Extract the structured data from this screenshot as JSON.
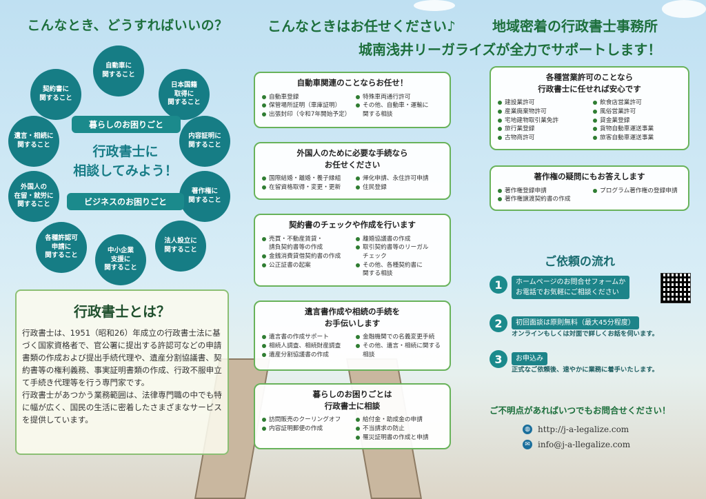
{
  "left": {
    "heading": "こんなとき、どうすればいいの？",
    "circles": [
      "自動車に\n関すること",
      "日本国籍\n取得に\n関すること",
      "内容証明に\n関すること",
      "著作権に\n関すること",
      "法人設立に\n関すること",
      "中小企業\n支援に\n関すること",
      "各種許認可\n申請に\n関すること",
      "外国人の\n在留・就労に\n関すること",
      "遺言・相続に\n関すること",
      "契約書に\n関すること"
    ],
    "pill_top": "暮らしのお困りごと",
    "center": "行政書士に\n相談してみよう！",
    "pill_bottom": "ビジネスのお困りごと"
  },
  "about": {
    "title": "行政書士とは？",
    "body1": "行政書士は、1951（昭和26）年成立の行政書士法に基づく国家資格者で、官公署に提出する許認可などの申請書類の作成および提出手続代理や、遺産分割協議書、契約書等の権利義務、事実証明書類の作成、行政不服申立て手続き代理等を行う専門家です。",
    "body2": "行政書士があつかう業務範囲は、法律専門職の中でも特に幅が広く、国民の生活に密着したさまざまなサービスを提供しています。"
  },
  "header": {
    "line1a": "こんなときはお任せください♪",
    "line1b": "地域密着の行政書士事務所",
    "line2": "城南浅井リーガライズが全力でサポートします！"
  },
  "boxes": {
    "car": {
      "title": "自動車関連のことならお任せ！",
      "col1": [
        "自動車登録",
        "保管場所証明（車庫証明）",
        "出張封印（令和7年開始予定）"
      ],
      "col2": [
        "特殊車両通行許可",
        "その他、自動車・運輸に\n関する相談"
      ]
    },
    "foreign": {
      "title": "外国人のために必要な手続なら\nお任せください",
      "col1": [
        "国際結婚・離婚・養子縁組",
        "在留資格取得・変更・更新"
      ],
      "col2": [
        "帰化申請、永住許可申請",
        "住民登録"
      ]
    },
    "contract": {
      "title": "契約書のチェックや作成を行います",
      "col1": [
        "売買・不動産賃貸・\n請負契約書等の作成",
        "金銭消費貸借契約書の作成",
        "公正証書の起案"
      ],
      "col2": [
        "離婚協議書の作成",
        "取引契約書等のリーガル\nチェック",
        "その他、各種契約書に\n関する相談"
      ]
    },
    "inherit": {
      "title": "遺言書作成や相続の手続を\nお手伝いします",
      "col1": [
        "遺言書の作成サポート",
        "相続人調査、相続財産調査",
        "遺産分割協議書の作成"
      ],
      "col2": [
        "金融機関での名義変更手続",
        "その他、遺言・相続に関する\n相談"
      ]
    },
    "life": {
      "title": "暮らしのお困りごとは\n行政書士に相談",
      "col1": [
        "訪問販売のクーリングオフ",
        "内容証明郵便の作成"
      ],
      "col2": [
        "給付金・助成金の申請",
        "不当請求の防止",
        "罹災証明書の作成と申請"
      ]
    },
    "permit": {
      "title": "各種営業許可のことなら\n行政書士に任せれば安心です",
      "col1": [
        "建設業許可",
        "産業廃棄物許可",
        "宅地建物取引業免許",
        "旅行業登録",
        "古物商許可"
      ],
      "col2": [
        "飲食店営業許可",
        "風俗営業許可",
        "貸金業登録",
        "貨物自動車運送事業",
        "旅客自動車運送事業"
      ]
    },
    "copyright": {
      "title": "著作権の疑問にもお答えします",
      "col1": [
        "著作権登録申請",
        "著作権譲渡契約書の作成"
      ],
      "col2": [
        "プログラム著作権の登録申請"
      ]
    }
  },
  "flow": {
    "title": "ご依頼の流れ",
    "steps": [
      {
        "num": "1",
        "text": "ホームページのお問合せフォームか\nお電話でお気軽にご相談ください",
        "sub": ""
      },
      {
        "num": "2",
        "text": "初回面談は原則無料（最大45分程度）",
        "sub": "オンラインもしくは対面で詳しくお話を伺います。"
      },
      {
        "num": "3",
        "text": "お申込み",
        "sub": "正式なご依頼後、速やかに業務に着手いたします。"
      }
    ],
    "question": "ご不明点があればいつでもお問合せください！",
    "url": "http://j-a-legalize.com",
    "email": "info@j-a-llegalize.com"
  },
  "colors": {
    "green": "#1d6f3c",
    "teal": "#167d85",
    "border": "#68b25a"
  }
}
